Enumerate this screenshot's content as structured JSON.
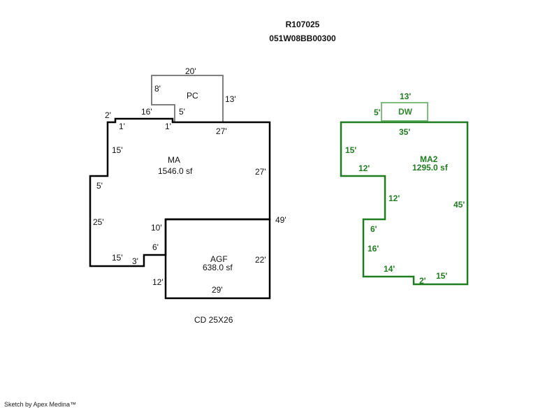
{
  "header": {
    "parcel_id": "R107025",
    "map_number": "051W08BB00300"
  },
  "sketch_left": {
    "areas": [
      {
        "code": "MA",
        "area": "1546.0 sf",
        "color": "#000000"
      },
      {
        "code": "AGF",
        "area": "638.0 sf",
        "color": "#000000"
      },
      {
        "code": "PC",
        "area": "",
        "color": "#808080"
      }
    ],
    "dimensions": {
      "pc_top": "20'",
      "pc_left": "8'",
      "pc_right": "13'",
      "pc_step": "5'",
      "ma_top_notch_left": "2'",
      "ma_top": "16'",
      "ma_notch_1a": "1'",
      "ma_notch_1b": "1'",
      "ma_top_right": "27'",
      "ma_left_upper": "15'",
      "ma_step": "5'",
      "ma_right": "27'",
      "ma_left": "25'",
      "ma_bottom": "15'",
      "ma_notch_3": "3'",
      "ma_inner_10": "10'",
      "ma_inner_6": "6'",
      "total_right": "49'",
      "agf_left": "12'",
      "agf_right": "22'",
      "agf_bottom": "29'"
    },
    "note": "CD 25X26"
  },
  "sketch_right": {
    "areas": [
      {
        "code": "MA2",
        "area": "1295.0 sf",
        "color": "#1e7d1e"
      },
      {
        "code": "DW",
        "area": "",
        "color": "#7bbf7b"
      }
    ],
    "dimensions": {
      "dw_top": "13'",
      "dw_left": "5'",
      "top": "35'",
      "left_upper": "15'",
      "step_1": "12'",
      "step_2": "12'",
      "right": "45'",
      "step_3": "6'",
      "left_lower": "16'",
      "bottom_left": "14'",
      "notch": "2'",
      "bottom_right": "15'"
    }
  },
  "footer": {
    "credit": "Sketch by Apex Medina™"
  }
}
